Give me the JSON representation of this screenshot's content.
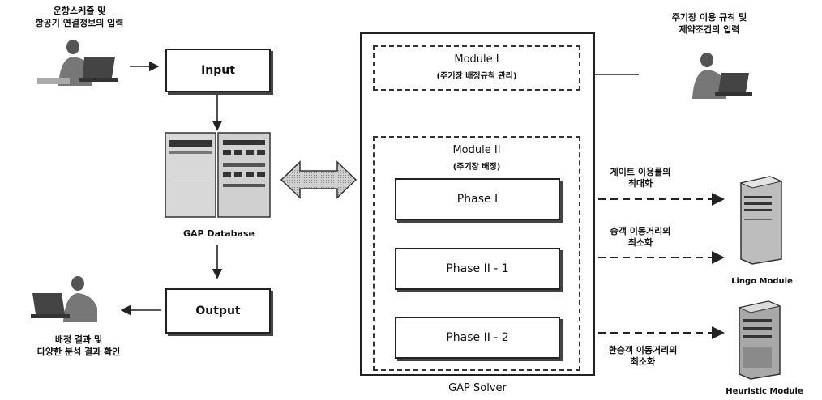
{
  "left": {
    "input_caption": [
      "운항스케쥴 및",
      "항공기 연결정보의 입력"
    ],
    "input_box": "Input",
    "database_label": "GAP Database",
    "output_box": "Output",
    "output_caption": [
      "배정 결과 및",
      "다양한 분석 결과 확인"
    ]
  },
  "solver": {
    "title": "GAP Solver",
    "module1": {
      "name": "Module I",
      "desc": "(주기장 배정규칙 관리)"
    },
    "module2": {
      "name": "Module II",
      "desc": "(주기장 배정)"
    },
    "phases": [
      "Phase I",
      "Phase II - 1",
      "Phase II - 2"
    ]
  },
  "right": {
    "rules_caption": [
      "주기장 이용 규칙 및",
      "제약조건의 입력"
    ],
    "objective1": [
      "게이트 이용률의",
      "최대화"
    ],
    "objective2": [
      "승객 이동거리의",
      "최소화"
    ],
    "objective3": [
      "환승객 이동거리의",
      "최소화"
    ],
    "lingo_label": "Lingo Module",
    "heuristic_label": "Heuristic Module"
  }
}
